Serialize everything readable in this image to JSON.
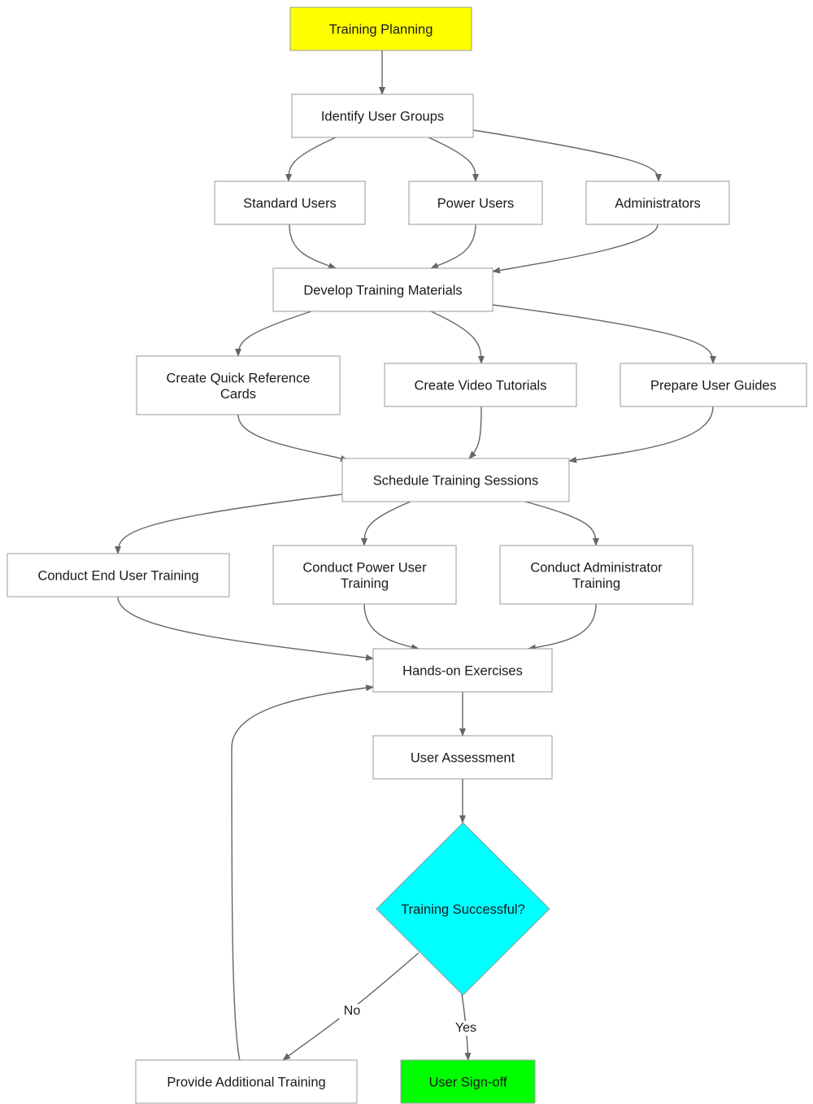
{
  "colors": {
    "start": "#ffff00",
    "decision": "#00ffff",
    "end": "#00ff00",
    "default": "#ffffff",
    "border": "#9a9a9a",
    "edge": "#666666"
  },
  "nodes": [
    {
      "id": "training-planning",
      "lines": [
        "Training Planning"
      ],
      "fill": "start",
      "shape": "rect"
    },
    {
      "id": "identify-user-groups",
      "lines": [
        "Identify User Groups"
      ],
      "fill": "default",
      "shape": "rect"
    },
    {
      "id": "standard-users",
      "lines": [
        "Standard Users"
      ],
      "fill": "default",
      "shape": "rect"
    },
    {
      "id": "power-users",
      "lines": [
        "Power Users"
      ],
      "fill": "default",
      "shape": "rect"
    },
    {
      "id": "administrators",
      "lines": [
        "Administrators"
      ],
      "fill": "default",
      "shape": "rect"
    },
    {
      "id": "develop-training-materials",
      "lines": [
        "Develop Training Materials"
      ],
      "fill": "default",
      "shape": "rect"
    },
    {
      "id": "create-quick-reference-cards",
      "lines": [
        "Create Quick Reference",
        "Cards"
      ],
      "fill": "default",
      "shape": "rect"
    },
    {
      "id": "create-video-tutorials",
      "lines": [
        "Create Video Tutorials"
      ],
      "fill": "default",
      "shape": "rect"
    },
    {
      "id": "prepare-user-guides",
      "lines": [
        "Prepare User Guides"
      ],
      "fill": "default",
      "shape": "rect"
    },
    {
      "id": "schedule-training-sessions",
      "lines": [
        "Schedule Training Sessions"
      ],
      "fill": "default",
      "shape": "rect"
    },
    {
      "id": "conduct-end-user-training",
      "lines": [
        "Conduct End User Training"
      ],
      "fill": "default",
      "shape": "rect"
    },
    {
      "id": "conduct-power-user-training",
      "lines": [
        "Conduct Power User",
        "Training"
      ],
      "fill": "default",
      "shape": "rect"
    },
    {
      "id": "conduct-administrator-training",
      "lines": [
        "Conduct Administrator",
        "Training"
      ],
      "fill": "default",
      "shape": "rect"
    },
    {
      "id": "hands-on-exercises",
      "lines": [
        "Hands-on Exercises"
      ],
      "fill": "default",
      "shape": "rect"
    },
    {
      "id": "user-assessment",
      "lines": [
        "User Assessment"
      ],
      "fill": "default",
      "shape": "rect"
    },
    {
      "id": "training-successful",
      "lines": [
        "Training Successful?"
      ],
      "fill": "decision",
      "shape": "diamond"
    },
    {
      "id": "provide-additional-training",
      "lines": [
        "Provide Additional Training"
      ],
      "fill": "default",
      "shape": "rect"
    },
    {
      "id": "user-sign-off",
      "lines": [
        "User Sign-off"
      ],
      "fill": "end",
      "shape": "rect"
    }
  ],
  "edges": [
    {
      "from": "training-planning",
      "to": "identify-user-groups"
    },
    {
      "from": "identify-user-groups",
      "to": "standard-users"
    },
    {
      "from": "identify-user-groups",
      "to": "power-users"
    },
    {
      "from": "identify-user-groups",
      "to": "administrators"
    },
    {
      "from": "standard-users",
      "to": "develop-training-materials"
    },
    {
      "from": "power-users",
      "to": "develop-training-materials"
    },
    {
      "from": "administrators",
      "to": "develop-training-materials"
    },
    {
      "from": "develop-training-materials",
      "to": "create-quick-reference-cards"
    },
    {
      "from": "develop-training-materials",
      "to": "create-video-tutorials"
    },
    {
      "from": "develop-training-materials",
      "to": "prepare-user-guides"
    },
    {
      "from": "create-quick-reference-cards",
      "to": "schedule-training-sessions"
    },
    {
      "from": "create-video-tutorials",
      "to": "schedule-training-sessions"
    },
    {
      "from": "prepare-user-guides",
      "to": "schedule-training-sessions"
    },
    {
      "from": "schedule-training-sessions",
      "to": "conduct-end-user-training"
    },
    {
      "from": "schedule-training-sessions",
      "to": "conduct-power-user-training"
    },
    {
      "from": "schedule-training-sessions",
      "to": "conduct-administrator-training"
    },
    {
      "from": "conduct-end-user-training",
      "to": "hands-on-exercises"
    },
    {
      "from": "conduct-power-user-training",
      "to": "hands-on-exercises"
    },
    {
      "from": "conduct-administrator-training",
      "to": "hands-on-exercises"
    },
    {
      "from": "hands-on-exercises",
      "to": "user-assessment"
    },
    {
      "from": "user-assessment",
      "to": "training-successful"
    },
    {
      "from": "training-successful",
      "to": "provide-additional-training",
      "label": "No"
    },
    {
      "from": "training-successful",
      "to": "user-sign-off",
      "label": "Yes"
    },
    {
      "from": "provide-additional-training",
      "to": "hands-on-exercises"
    }
  ]
}
